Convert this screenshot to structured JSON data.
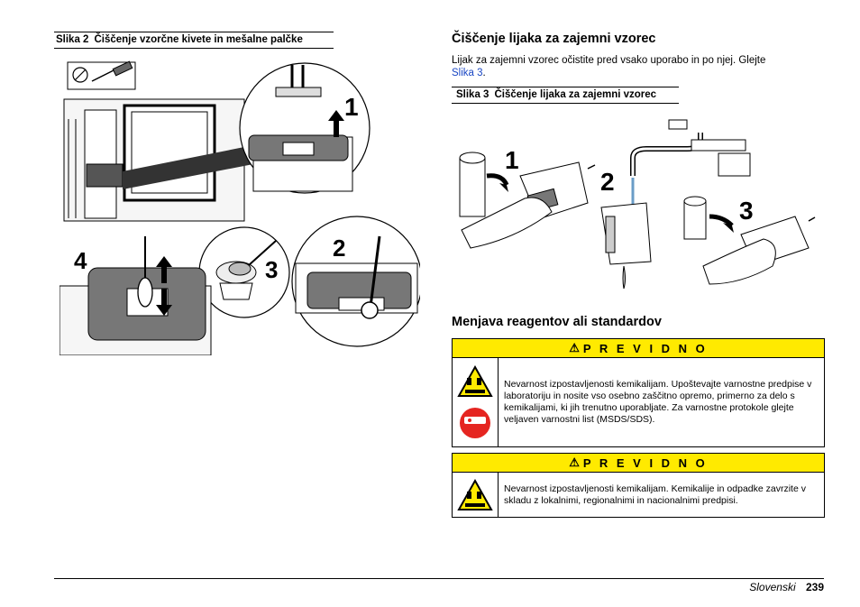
{
  "left": {
    "figure_number": "Slika 2",
    "figure_title": "Čiščenje vzorčne kivete in mešalne palčke",
    "steps": [
      "1",
      "2",
      "3",
      "4"
    ]
  },
  "right": {
    "section1_title": "Čiščenje lijaka za zajemni vzorec",
    "section1_text": "Lijak za zajemni vzorec očistite pred vsako uporabo in po njej. Glejte",
    "section1_link": "Slika 3",
    "section1_link_suffix": ".",
    "figure_number": "Slika 3",
    "figure_title": "Čiščenje lijaka za zajemni vzorec",
    "steps": [
      "1",
      "2",
      "3"
    ],
    "section2_title": "Menjava reagentov ali standardov",
    "warnings": [
      {
        "header": "P R E V I D N O",
        "text": "Nevarnost izpostavljenosti kemikalijam. Upoštevajte varnostne predpise v laboratoriju in nosite vso osebno zaščitno opremo, primerno za delo s kemikalijami, ki jih trenutno uporabljate. Za varnostne protokole glejte veljaven varnostni list (MSDS/SDS)."
      },
      {
        "header": "P R E V I D N O",
        "text": "Nevarnost izpostavljenosti kemikalijam. Kemikalije in odpadke zavrzite v skladu z lokalnimi, regionalnimi in nacionalnimi predpisi."
      }
    ]
  },
  "footer": {
    "language": "Slovenski",
    "page": "239"
  },
  "colors": {
    "warning_yellow": "#ffea00",
    "link_blue": "#1a47c4",
    "ppe_red": "#e52521"
  }
}
